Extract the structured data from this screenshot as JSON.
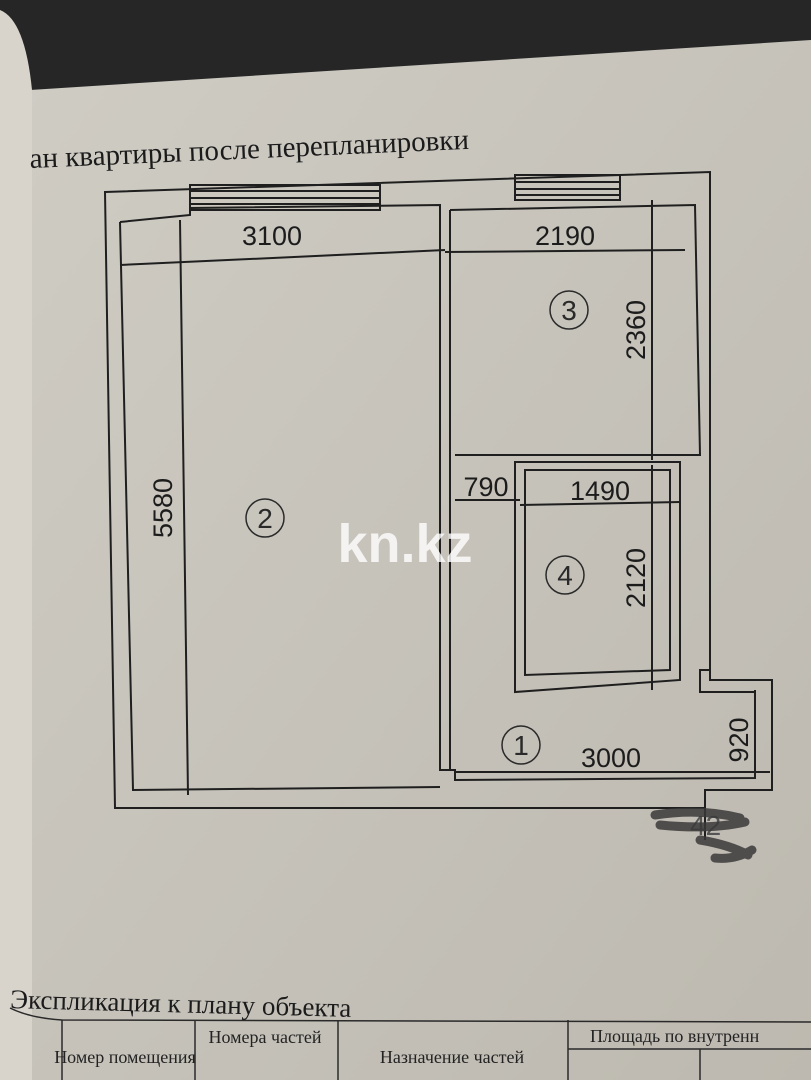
{
  "plan": {
    "title": "ан квартиры после перепланировки",
    "dimensions": {
      "room2_width": "3100",
      "room3_width": "2190",
      "room3_depth": "2360",
      "room2_depth": "5580",
      "passage_width": "790",
      "room4_width": "1490",
      "room4_depth": "2120",
      "room1_width": "3000",
      "room1_depth": "920"
    },
    "rooms": [
      "1",
      "2",
      "3",
      "4"
    ],
    "watermark": "kn.kz",
    "stamp_mark": "42"
  },
  "explication": {
    "title": "Экспликация к плану объекта",
    "columns": [
      "Номер помещения",
      "Номера частей",
      "Назначение частей",
      "Площадь по внутренн"
    ]
  }
}
